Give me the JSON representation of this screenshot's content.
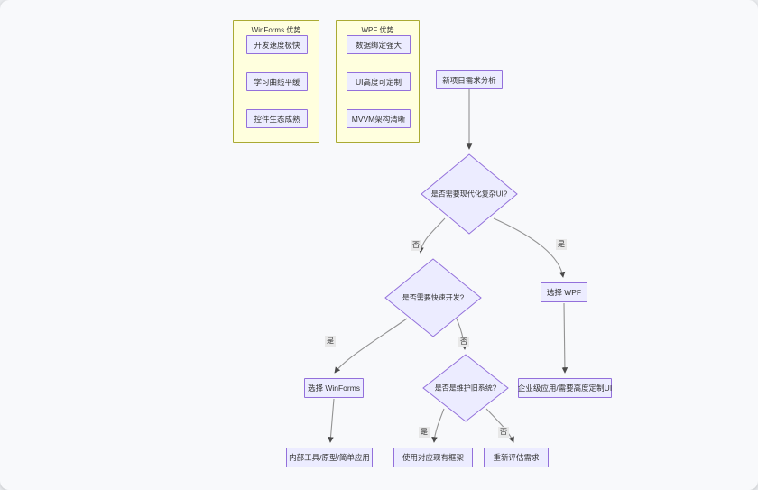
{
  "diagram": {
    "type": "flowchart",
    "subgraphs": [
      {
        "title": "WinForms 优势",
        "items": [
          "开发速度极快",
          "学习曲线平缓",
          "控件生态成熟"
        ]
      },
      {
        "title": "WPF 优势",
        "items": [
          "数据绑定强大",
          "UI高度可定制",
          "MVVM架构清晰"
        ]
      }
    ],
    "nodes": {
      "start": "新项目需求分析",
      "d1": "是否需要现代化复杂UI?",
      "d2": "是否需要快速开发?",
      "d3": "是否是维护旧系统?",
      "wpf_choice": "选择 WPF",
      "winforms_choice": "选择 WinForms",
      "wpf_use": "企业级应用/需要高度定制UI",
      "winforms_use": "内部工具/原型/简单应用",
      "keep_stack": "使用对应现有框架",
      "reevaluate": "重新评估需求"
    },
    "edge_labels": {
      "yes": "是",
      "no": "否"
    },
    "colors": {
      "node_fill": "#ECECFF",
      "node_border": "#9370DB",
      "subgraph_fill": "#ffffde",
      "subgraph_border": "#aaaa33",
      "edge": "#939393",
      "edge_label_bg": "#e8e8e8",
      "text": "#333333",
      "panel_bg": "#f8f9fb"
    }
  }
}
